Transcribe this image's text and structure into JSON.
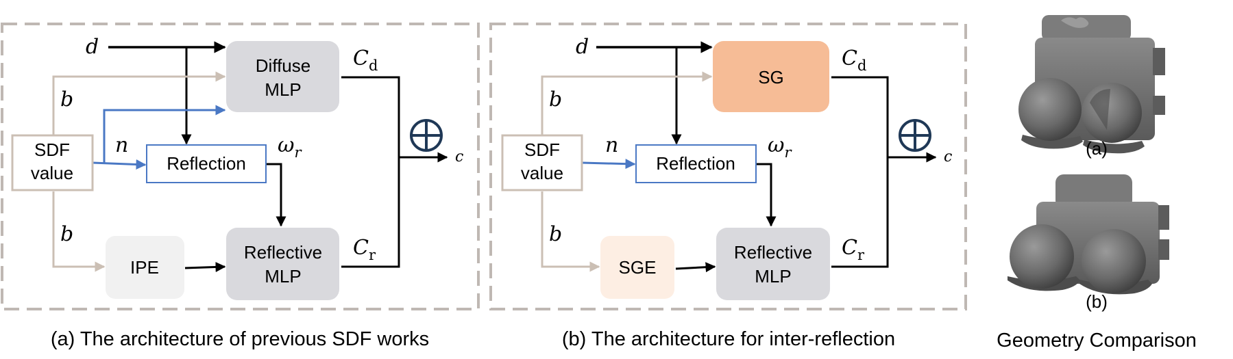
{
  "panel_a": {
    "caption": "(a) The architecture of previous SDF works",
    "sdf_line1": "SDF",
    "sdf_line2": "value",
    "top_mlp_line1": "Diffuse",
    "top_mlp_line2": "MLP",
    "reflection": "Reflection",
    "encoding": "IPE",
    "bottom_mlp_line1": "Reflective",
    "bottom_mlp_line2": "MLP",
    "label_d": "d",
    "label_b_top": "b",
    "label_b_bottom": "b",
    "label_n": "n",
    "label_omega": "ω",
    "label_omega_sub": "r",
    "label_cd": "C",
    "label_cd_sub": "d",
    "label_cr": "C",
    "label_cr_sub": "r",
    "label_c": "c",
    "sum_symbol": "⊕"
  },
  "panel_b": {
    "caption": "(b) The architecture for inter-reflection",
    "sdf_line1": "SDF",
    "sdf_line2": "value",
    "top_block": "SG",
    "reflection": "Reflection",
    "encoding": "SGE",
    "bottom_mlp_line1": "Reflective",
    "bottom_mlp_line2": "MLP",
    "label_d": "d",
    "label_b_top": "b",
    "label_b_bottom": "b",
    "label_n": "n",
    "label_omega": "ω",
    "label_omega_sub": "r",
    "label_cd": "C",
    "label_cd_sub": "d",
    "label_cr": "C",
    "label_cr_sub": "r",
    "label_c": "c",
    "sum_symbol": "⊕"
  },
  "panel_c": {
    "caption": "Geometry Comparison",
    "label_a": "(a)",
    "label_b": "(b)"
  },
  "colors": {
    "dashed_border": "#bfb8b3",
    "beige_arrow": "#cbbfb4",
    "blue_arrow": "#4a78c4",
    "mlp_fill": "#d9d9dd",
    "sg_fill": "#f6bc96",
    "sge_fill": "#fdeee3",
    "ipe_fill": "#f1f1f1",
    "sum_color": "#1f3856",
    "mesh_gray": "#6f6f6f"
  }
}
